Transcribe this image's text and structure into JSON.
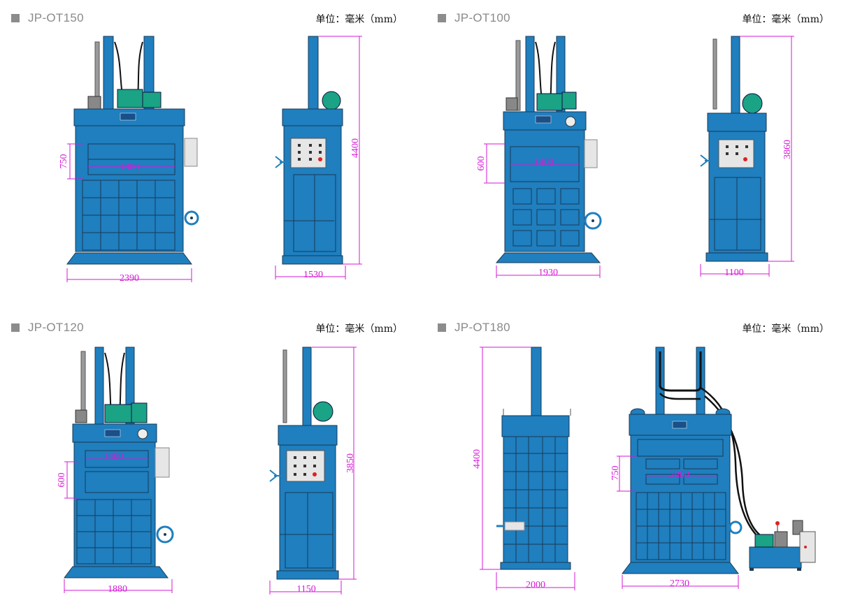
{
  "unit_label": "单位：毫米（mm）",
  "colors": {
    "machine": "#1f7fbf",
    "motor": "#1aa384",
    "dimension": "#d61ad6",
    "outline": "#1a3a55"
  },
  "panels": [
    {
      "model": "JP-OT150",
      "front": {
        "width": "2390",
        "opening_height": "750",
        "opening_width": "1800",
        "layout": "ot150"
      },
      "side": {
        "width": "1530",
        "height": "4400",
        "layout": "tall"
      }
    },
    {
      "model": "JP-OT100",
      "front": {
        "width": "1930",
        "opening_height": "600",
        "opening_width": "1400",
        "layout": "ot100"
      },
      "side": {
        "width": "1100",
        "height": "3860",
        "layout": "tall"
      }
    },
    {
      "model": "JP-OT120",
      "front": {
        "width": "1880",
        "opening_height": "600",
        "opening_width": "1400",
        "layout": "ot120"
      },
      "side": {
        "width": "1150",
        "height": "3850",
        "layout": "tall"
      }
    },
    {
      "model": "JP-OT180",
      "front": {
        "width": "2000",
        "height": "4400",
        "layout": "ot180-side"
      },
      "side": {
        "width": "2730",
        "opening_height": "750",
        "opening_width": "2000",
        "layout": "ot180-front"
      }
    }
  ]
}
